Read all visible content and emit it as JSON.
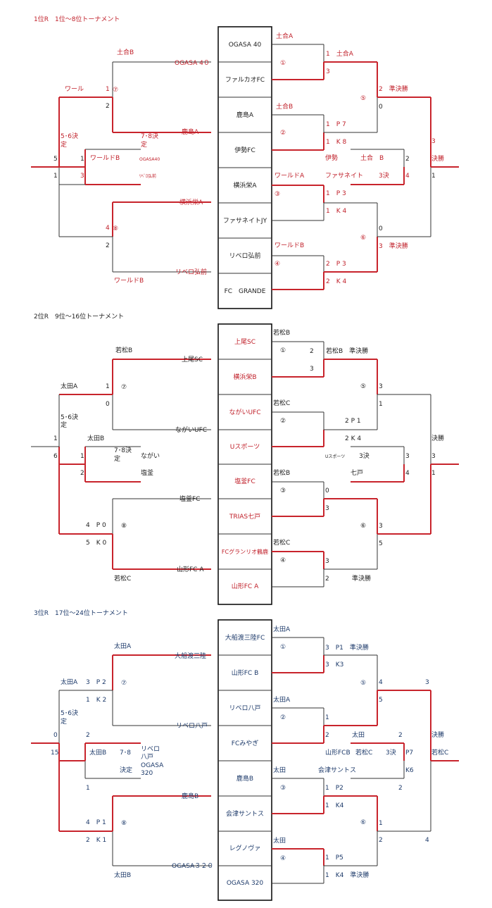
{
  "colors": {
    "winner_line": "#c8242c",
    "loser_line": "#333333",
    "red_text": "#c0202a",
    "blue_text": "#1d3a6a"
  },
  "sections": [
    {
      "title": "1位R　1位～8位トーナメント",
      "teams": [
        "OGASA 40",
        "ファルカオFC",
        "鹿島A",
        "伊勢FC",
        "横浜栄A",
        "ファサネイトJY",
        "リベロ弘前",
        "FC　GRANDE"
      ],
      "labels": {
        "l_ogasa40": "OGASA 4０",
        "l_kashimaA": "鹿島A",
        "l_yokohamaA": "横浜栄A",
        "l_ribero": "リベロ弘前",
        "l_ref7": "土合B",
        "l_ref8": "ワールドB",
        "l_wal": "ワール",
        "l_7": "1",
        "l_7b": "2",
        "l_m7": "⑦",
        "l_m8": "⑧",
        "l_8": "4",
        "l_8b": "2",
        "l_56": "5･6決",
        "l_56b": "定",
        "l_5": "5",
        "l_1": "1",
        "l_wb": "ワールドB",
        "l_1b": "1",
        "l_3": "3",
        "l_78": "7･8決",
        "l_78b": "定",
        "l_og40s": "OGASA40",
        "l_ribs": "ﾘﾍﾞﾛ弘前",
        "r_ref1": "土合A",
        "r_m1": "①",
        "r_ref2": "土合B",
        "r_m2": "②",
        "r_ref3": "ワールドA",
        "r_m3": "③",
        "r_ref4": "ワールドB",
        "r_m4": "④",
        "r_1a": "1　土合A",
        "r_1b": "3",
        "r_2a": "1　P 7",
        "r_2b": "1　K 8",
        "r_3a": "1　P 3",
        "r_3b": "1　K 4",
        "r_4a": "2　P 3",
        "r_4b": "2　K 4",
        "r_m5": "⑤",
        "r_5a": "2　準決勝",
        "r_5b": "0",
        "r_m6": "⑥",
        "r_6a": "0",
        "r_6b": "3　準決勝",
        "r_ise": "伊勢",
        "r_dob": "土合　B",
        "r_fas": "ファサネイト",
        "r_3d": "3決",
        "r_3d2": "2",
        "r_3d4": "4",
        "r_f3": "3",
        "r_fin": "決勝",
        "r_f1": "1"
      }
    },
    {
      "title": "2位R　9位～16位トーナメント",
      "teams": [
        "上尾SC",
        "横浜栄B",
        "ながいUFC",
        "Uスポーツ",
        "塩釜FC",
        "TRIAS七戸",
        "FCグランリオ鶴鹿",
        "山形FC A"
      ],
      "labels": {
        "l_kamio": "上尾SC",
        "l_nagai": "ながいUFC",
        "l_shiogama": "塩釜FC",
        "l_yamagata": "山形FC A",
        "l_ref7": "若松B",
        "l_ota": "太田A",
        "l_7": "1",
        "l_7b": "0",
        "l_m7": "⑦",
        "l_56": "5･6決",
        "l_56b": "定",
        "l_1": "1",
        "l_6": "6",
        "l_otab": "太田B",
        "l_1b": "1",
        "l_2": "2",
        "l_78": "7･8決",
        "l_78b": "定",
        "l_ngs": "ながい",
        "l_shs": "塩釜",
        "l_m8": "⑧",
        "l_8a": "4　P 0",
        "l_8b": "5　K 0",
        "l_ref8": "若松C",
        "r_ref1": "若松B",
        "r_m1": "①",
        "r_1a": "2",
        "r_1b": "3",
        "r_1w": "若松B　準決勝",
        "r_ref2": "若松C",
        "r_m2": "②",
        "r_2a": "2 P 1",
        "r_2b": "2 K 4",
        "r_ref3": "若松B",
        "r_m3": "③",
        "r_3a": "0",
        "r_3b": "3",
        "r_ref4": "若松C",
        "r_m4": "④",
        "r_4a": "3",
        "r_4b": "2",
        "r_4w": "準決勝",
        "r_m5": "⑤",
        "r_5a": "3",
        "r_5b": "1",
        "r_m6": "⑥",
        "r_6a": "3",
        "r_6b": "5",
        "r_us": "Uスポーツ",
        "r_3d": "3決",
        "r_nanato": "七戸",
        "r_3d3": "3",
        "r_3d4": "4",
        "r_fin": "決勝",
        "r_f3": "3",
        "r_f1": "1"
      }
    },
    {
      "title": "3位R　17位～24位トーナメント",
      "teams": [
        "大船渡三陸FC",
        "山形FC B",
        "リベロ八戸",
        "FCみやぎ",
        "鹿島B",
        "会津サントス",
        "レグノヴァ",
        "OGASA 320"
      ],
      "labels": {
        "l_ofuna": "大船渡三陸",
        "l_rib8": "リベロ八戸",
        "l_kashimaB": "鹿島B",
        "l_ogasa320": "OGASA３２０",
        "l_ref7": "太田A",
        "l_ota": "太田A",
        "l_7a": "3　P 2",
        "l_7b": "1　K 2",
        "l_m7": "⑦",
        "l_56": "5･6決",
        "l_56b": "定",
        "l_0": "0",
        "l_15": "15",
        "l_2": "2",
        "l_otab": "太田B",
        "l_78": "7･8",
        "l_78b": "決定",
        "l_rb8a": "リベロ",
        "l_rb8b": "八戸",
        "l_og3a": "OGASA",
        "l_og3b": "320",
        "l_1": "1",
        "l_8a": "4　P 1",
        "l_8b": "2　K 1",
        "l_m8": "⑧",
        "l_ref8": "太田B",
        "r_ref1": "太田A",
        "r_m1": "①",
        "r_1a": "3　P1　準決勝",
        "r_1b": "3　K3",
        "r_ref2": "太田A",
        "r_m2": "②",
        "r_2a": "1",
        "r_2b": "2",
        "r_ref3": "太田",
        "r_m3": "③",
        "r_3a": "1　P2",
        "r_3b": "1　K4",
        "r_aizu": "会津サントス",
        "r_ref4": "太田",
        "r_m4": "④",
        "r_4a": "1　P5",
        "r_4b": "1　K4　準決勝",
        "r_m5": "⑤",
        "r_5a": "4",
        "r_5b": "5",
        "r_m6": "⑥",
        "r_6a": "1",
        "r_6b": "2",
        "r_ota": "太田",
        "r_ota2": "2",
        "r_yfcb": "山形FCB",
        "r_wak": "若松C",
        "r_3d": "3決",
        "r_p7": "P7",
        "r_k6": "K6",
        "r_k6b": "2",
        "r_fin": "決勝",
        "r_f3": "3",
        "r_f4": "4",
        "r_fw": "若松C"
      }
    }
  ]
}
